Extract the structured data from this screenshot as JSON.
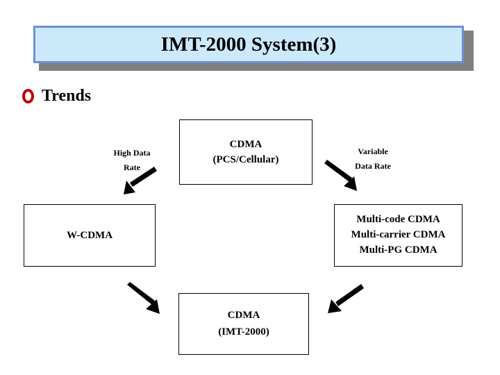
{
  "slide": {
    "title": "IMT-2000 System(3)",
    "section": {
      "bullet_icon": "red-ring-bullet-icon",
      "label": "Trends"
    },
    "colors": {
      "title_fill": "#cce9fc",
      "title_border": "#6b8fd4",
      "title_shadow": "#808080",
      "bullet": "#c00000",
      "box_border": "#000000",
      "text": "#000000"
    }
  },
  "diagram": {
    "boxes": [
      {
        "id": "cdma-pcs-cellular",
        "lines": [
          "CDMA",
          "(PCS/Cellular)"
        ]
      },
      {
        "id": "w-cdma",
        "lines": [
          "W-CDMA"
        ]
      },
      {
        "id": "multi-cdma",
        "lines": [
          "Multi-code CDMA",
          "Multi-carrier CDMA",
          "Multi-PG CDMA"
        ]
      },
      {
        "id": "cdma-imt-2000",
        "lines": [
          "CDMA",
          "(IMT-2000)"
        ]
      }
    ],
    "labels": [
      {
        "id": "high-data-rate",
        "lines": [
          "High Data",
          "Rate"
        ]
      },
      {
        "id": "variable-data-rate",
        "lines": [
          "Variable",
          "Data Rate"
        ]
      }
    ],
    "arrows": [
      {
        "id": "arrow-top-left",
        "direction": "down-left",
        "icon": "arrow-down-left-icon"
      },
      {
        "id": "arrow-top-right",
        "direction": "down-right",
        "icon": "arrow-down-right-icon"
      },
      {
        "id": "arrow-bottom-left",
        "direction": "down-right",
        "icon": "arrow-down-right-icon"
      },
      {
        "id": "arrow-bottom-right",
        "direction": "down-left",
        "icon": "arrow-down-left-icon"
      }
    ]
  }
}
